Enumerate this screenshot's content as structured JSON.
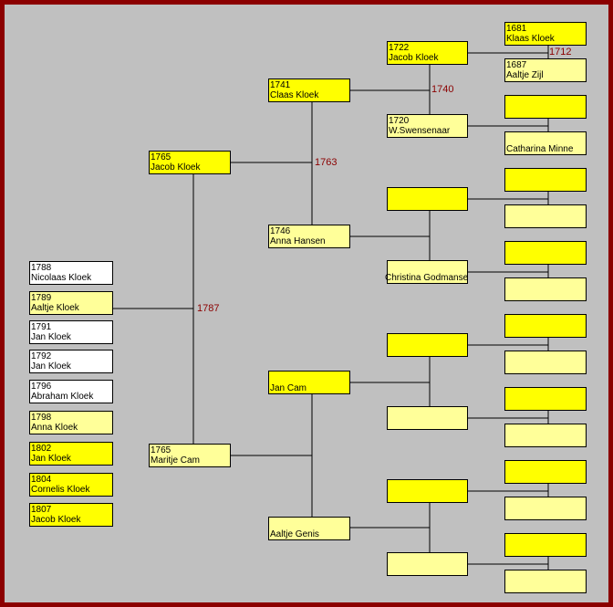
{
  "children": [
    {
      "year": "1788",
      "name": "Nicolaas Kloek"
    },
    {
      "year": "1789",
      "name": "Aaltje Kloek"
    },
    {
      "year": "1791",
      "name": "Jan Kloek"
    },
    {
      "year": "1792",
      "name": "Jan Kloek"
    },
    {
      "year": "1796",
      "name": "Abraham Kloek"
    },
    {
      "year": "1798",
      "name": "Anna Kloek"
    },
    {
      "year": "1802",
      "name": "Jan Kloek"
    },
    {
      "year": "1804",
      "name": "Cornelis Kloek"
    },
    {
      "year": "1807",
      "name": "Jacob Kloek"
    }
  ],
  "gen1": {
    "father": {
      "year": "1765",
      "name": "Jacob Kloek"
    },
    "mother": {
      "year": "1765",
      "name": "Maritje Cam"
    },
    "marriage": "1787"
  },
  "gen2": {
    "ff": {
      "year": "1741",
      "name": "Claas Kloek"
    },
    "fm": {
      "year": "1746",
      "name": "Anna Hansen"
    },
    "f_marriage": "1763",
    "mf": {
      "year": "",
      "name": "Jan Cam"
    },
    "mm": {
      "year": "",
      "name": "Aaltje Genis"
    }
  },
  "gen3": {
    "fff": {
      "year": "1722",
      "name": "Jacob Kloek"
    },
    "ffm": {
      "year": "1720",
      "name": "W.Swensenaar"
    },
    "ff_marriage": "1740",
    "fmf": {
      "year": "",
      "name": ""
    },
    "fmm": {
      "year": "",
      "name": "Christina Godmanse"
    },
    "mff": {
      "year": "",
      "name": ""
    },
    "mfm": {
      "year": "",
      "name": ""
    },
    "mmf": {
      "year": "",
      "name": ""
    },
    "mmm": {
      "year": "",
      "name": ""
    }
  },
  "gen4": {
    "ffff": {
      "year": "1681",
      "name": "Klaas Kloek"
    },
    "fffm": {
      "year": "1687",
      "name": "Aaltje Zijl"
    },
    "fff_marriage": "1712",
    "ffmm": {
      "name": "Catharina Minne"
    }
  }
}
